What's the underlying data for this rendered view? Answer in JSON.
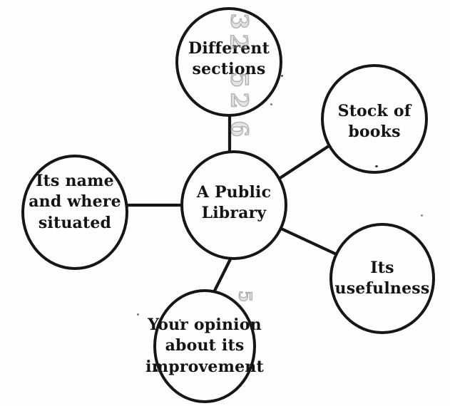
{
  "diagram": {
    "type": "spider-map",
    "topic": "A Public Library",
    "center": {
      "id": "a-public-library",
      "label": "A Public\nLibrary"
    },
    "nodes": [
      {
        "id": "different-sections",
        "label": "Different\nsections"
      },
      {
        "id": "stock-of-books",
        "label": "Stock of\nbooks"
      },
      {
        "id": "its-usefulness",
        "label": "Its\nusefulness"
      },
      {
        "id": "your-opinion",
        "label": "Your opinion\nabout its\nimprovement"
      },
      {
        "id": "its-name",
        "label": "Its name\nand where\nsituated"
      }
    ],
    "edges": [
      {
        "from": "A Public Library",
        "to": "Different sections"
      },
      {
        "from": "A Public Library",
        "to": "Stock of books"
      },
      {
        "from": "A Public Library",
        "to": "Its usefulness"
      },
      {
        "from": "A Public Library",
        "to": "Your opinion about its improvement"
      },
      {
        "from": "A Public Library",
        "to": "Its name and where situated"
      }
    ],
    "watermark_digits": [
      "3",
      "2",
      "5",
      "2",
      "6"
    ],
    "stray_digit": "5",
    "colors": {
      "ink": "#161616",
      "ghost": "#9c9c9c",
      "paper": "#fefefe"
    }
  }
}
